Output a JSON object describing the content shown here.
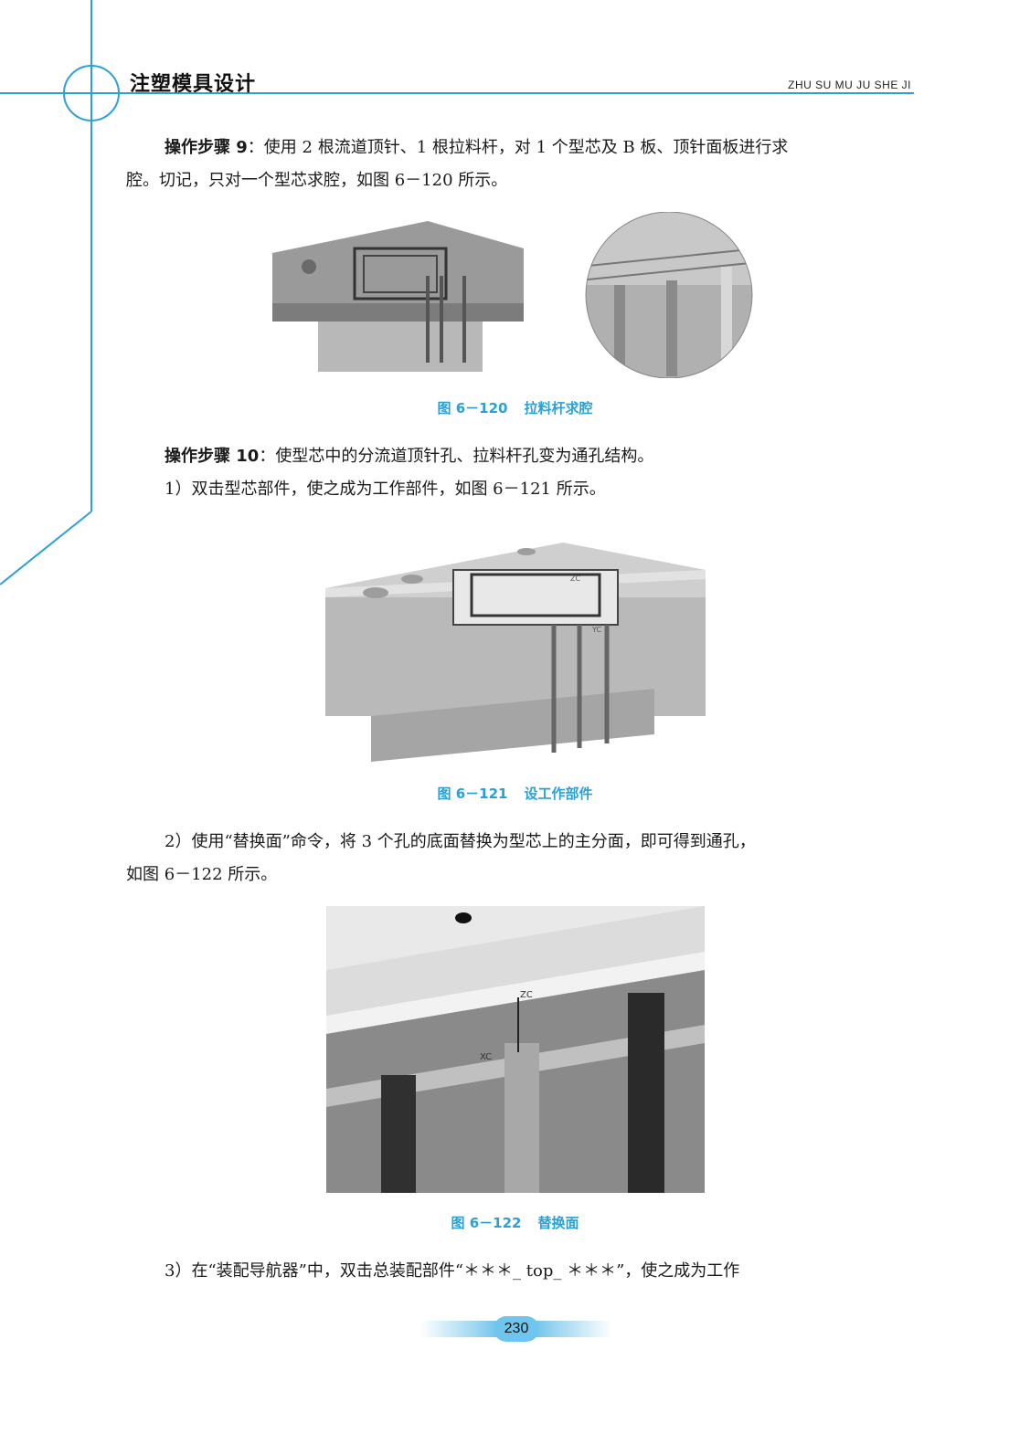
{
  "header": {
    "title": "注塑模具设计",
    "pinyin": "ZHU SU MU JU SHE JI"
  },
  "step9": {
    "label": "操作步骤 9",
    "text_line1": "：使用 2 根流道顶针、1 根拉料杆，对 1 个型芯及 B 板、顶针面板进行求",
    "text_line2": "腔。切记，只对一个型芯求腔，如图 6－120 所示。"
  },
  "fig120": {
    "number": "图 6－120",
    "title": "拉料杆求腔"
  },
  "step10": {
    "label": "操作步骤 10",
    "text": "：使型芯中的分流道顶针孔、拉料杆孔变为通孔结构。"
  },
  "item1": "1）双击型芯部件，使之成为工作部件，如图 6－121 所示。",
  "fig121": {
    "number": "图 6－121",
    "title": "设工作部件",
    "labels": [
      "ZC",
      "YC"
    ]
  },
  "item2": {
    "line1": "2）使用“替换面”命令，将 3 个孔的底面替换为型芯上的主分面，即可得到通孔，",
    "line2": "如图 6－122 所示。"
  },
  "fig122": {
    "number": "图 6－122",
    "title": "替换面",
    "labels": [
      "ZC",
      "XC"
    ]
  },
  "item3": "3）在“装配导航器”中，双击总装配部件“＊＊＊_ top_ ＊＊＊”，使之成为工作",
  "page_number": "230",
  "colors": {
    "accent": "#2aa0d6"
  }
}
